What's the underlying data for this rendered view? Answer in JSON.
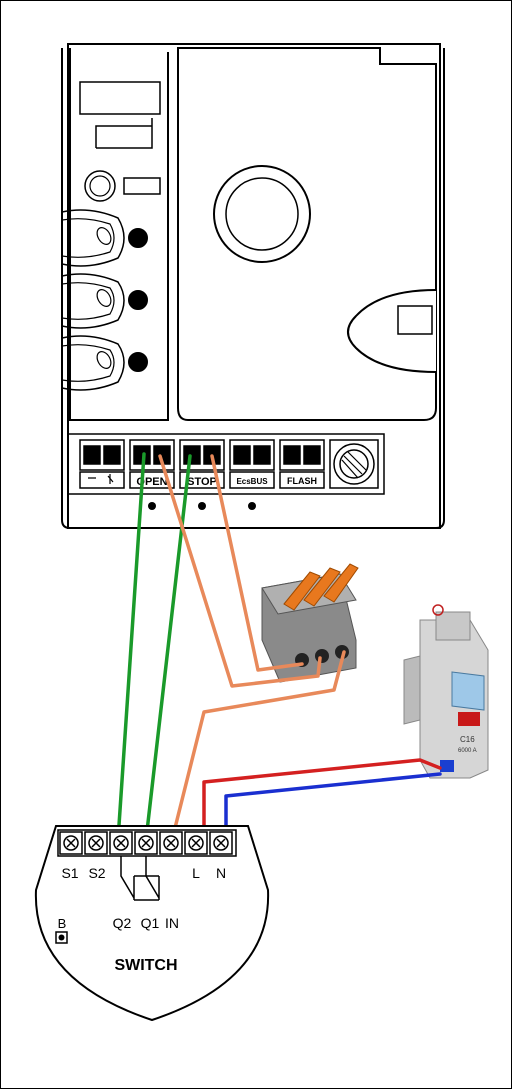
{
  "controller": {
    "terminal_labels": [
      "",
      "OPEN",
      "STOP",
      "EcsBUS",
      "FLASH"
    ]
  },
  "switch_module": {
    "title": "SWITCH",
    "button_label": "B",
    "top_labels": [
      "S1",
      "S2",
      "L",
      "N"
    ],
    "bottom_labels": [
      "Q2",
      "Q1",
      "IN"
    ]
  },
  "breaker": {
    "rating": "C16",
    "small_text": "6000 A"
  },
  "wire_colors": {
    "green": "#1a9a2a",
    "orange": "#e8895a",
    "red": "#d42020",
    "blue": "#1a2fd0"
  }
}
